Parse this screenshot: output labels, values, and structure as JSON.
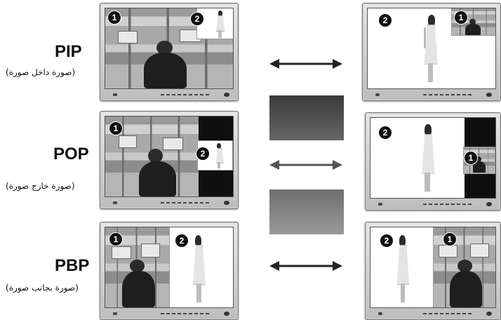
{
  "modes": [
    {
      "id": "pip",
      "label": "PIP",
      "sub": "(صورة داخل صورة)"
    },
    {
      "id": "pop",
      "label": "POP",
      "sub": "(صورة خارج صورة)"
    },
    {
      "id": "pbp",
      "label": "PBP",
      "sub": "(صورة بجانب صورة)"
    }
  ],
  "badges": {
    "one": "1",
    "two": "2"
  },
  "colors": {
    "arrow_dark": "#222222",
    "arrow_light": "#555555",
    "panel_dark": "#4a4a4a",
    "panel_light": "#8a8a8a"
  },
  "icons": [
    "double-headed-arrow-icon"
  ]
}
